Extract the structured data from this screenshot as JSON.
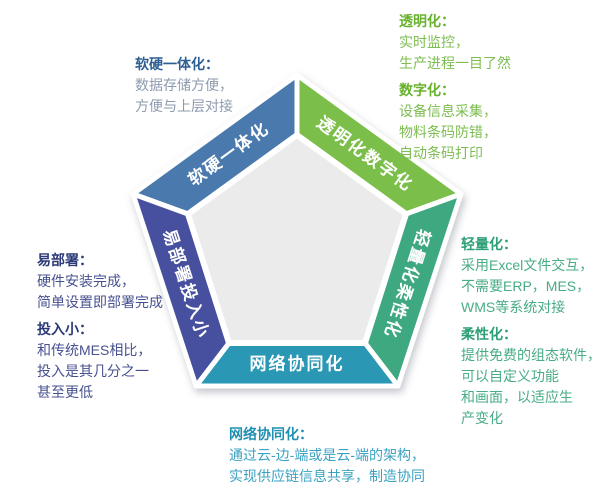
{
  "diagram": {
    "center_color": "#ebebeb",
    "ribbon_text_color": "#ffffff",
    "sides": [
      {
        "id": "soft-hard-integration",
        "label": "软硬一体化",
        "color": "#4a7aad"
      },
      {
        "id": "transparent-digital",
        "label": "透明化数字化",
        "color": "#7cbe4a"
      },
      {
        "id": "lightweight-flexible",
        "label": "轻量化柔性化",
        "color": "#3ea981"
      },
      {
        "id": "network-collaboration",
        "label": "网络协同化",
        "color": "#2a97b5"
      },
      {
        "id": "easy-deploy-low-cost",
        "label": "易部署投入小",
        "color": "#47509e"
      }
    ]
  },
  "annotations": {
    "soft_hard": {
      "heading": "软硬一体化：",
      "lines": [
        "数据存储方便，",
        "方便与上层对接"
      ]
    },
    "transparent": {
      "heading": "透明化：",
      "lines": [
        "实时监控，",
        "生产进程一目了然"
      ]
    },
    "digital": {
      "heading": "数字化：",
      "lines": [
        "设备信息采集，",
        "物料条码防错，",
        "自动条码打印"
      ]
    },
    "lightweight": {
      "heading": "轻量化：",
      "lines": [
        "采用Excel文件交互，",
        "不需要ERP，MES，",
        "WMS等系统对接"
      ]
    },
    "flexible": {
      "heading": "柔性化：",
      "lines": [
        "提供免费的组态软件，",
        "可以自定义功能",
        "和画面，以适应生",
        "产变化"
      ]
    },
    "easy_deploy": {
      "heading": "易部署：",
      "lines": [
        "硬件安装完成，",
        "简单设置即部署完成"
      ]
    },
    "low_investment": {
      "heading": "投入小：",
      "lines": [
        "和传统MES相比，",
        "投入是其几分之一",
        "甚至更低"
      ]
    },
    "network": {
      "heading": "网络协同化：",
      "lines": [
        "通过云-边-端或是云-端的架构，",
        "实现供应链信息共享，制造协同"
      ]
    }
  },
  "colors": {
    "blue_heading": "#2e5f94",
    "blue_body": "#8d9aae",
    "green_heading": "#68b22d",
    "green_body": "#7dbd51",
    "teal_green_heading": "#2da075",
    "teal_green_body": "#48ac85",
    "indigo_heading": "#2b3a77",
    "indigo_body": "#47518f",
    "teal_heading": "#2090b2",
    "teal_body": "#3aa2c2"
  }
}
